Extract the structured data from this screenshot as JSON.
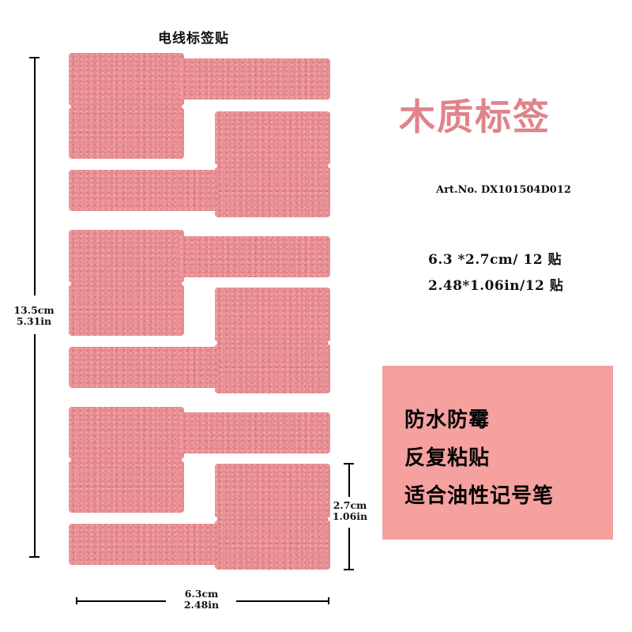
{
  "sheet": {
    "title": "电线标签贴",
    "label_color": "#e98c90",
    "groups": 3,
    "labels_per_group": 4
  },
  "dimensions": {
    "height_cm": "13.5cm",
    "height_in": "5.31in",
    "width_cm": "6.3cm",
    "width_in": "2.48in",
    "label_height_cm": "2.7cm",
    "label_height_in": "1.06in"
  },
  "product": {
    "title": "木质标签",
    "title_color": "#e0838a",
    "art_no": "Art.No. DX101504D012",
    "spec_cm": "6.3 *2.7cm/ 12 贴",
    "spec_in": "2.48*1.06in/12 贴"
  },
  "features": {
    "box_color": "#f4a19f",
    "items": [
      "防水防霉",
      "反复粘贴",
      "适合油性记号笔"
    ]
  }
}
